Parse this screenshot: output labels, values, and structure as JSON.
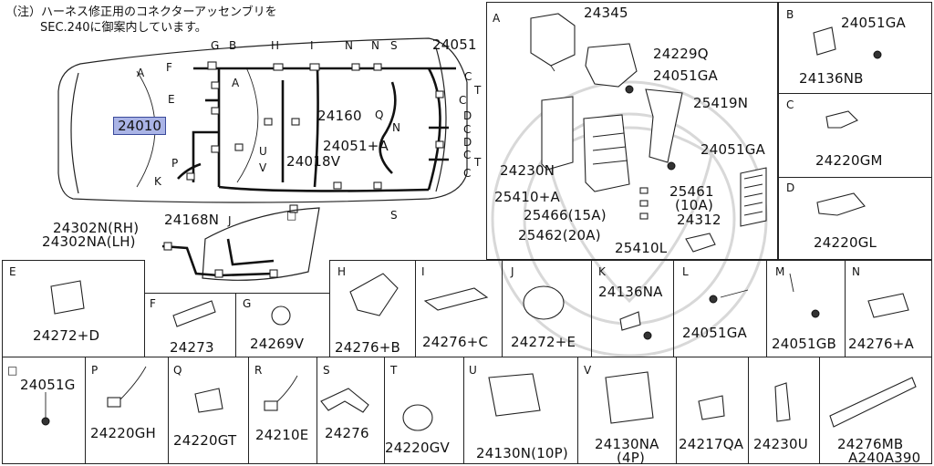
{
  "note": {
    "line1": "（注）ハーネス修正用のコネクターアッセンブリを",
    "line2": "SEC.240に御案内しています。"
  },
  "main": {
    "highlight_part": "24010",
    "letters": {
      "A": "A",
      "B": "B",
      "C": "C",
      "D": "D",
      "E": "E",
      "F": "F",
      "G": "G",
      "H": "H",
      "I": "I",
      "J": "J",
      "K": "K",
      "N": "N",
      "P": "P",
      "Q": "Q",
      "S": "S",
      "T": "T",
      "U": "U",
      "V": "V",
      "O": "□"
    },
    "parts": {
      "p24051": "24051",
      "p24160": "24160",
      "p24051A": "24051+A",
      "p24018V": "24018V",
      "p24168N": "24168N",
      "p24302N": "24302N(RH)",
      "p24302NA": "24302NA(LH)"
    }
  },
  "cellA": {
    "letter": "A",
    "parts": [
      "24345",
      "24229Q",
      "24051GA",
      "25419N",
      "24051GA",
      "24230N",
      "25410+A",
      "25461",
      "(10A)",
      "25466(15A)",
      "24312",
      "25462(20A)",
      "25410L"
    ]
  },
  "cells": [
    {
      "id": "B",
      "letter": "B",
      "parts": [
        "24051GA",
        "24136NB"
      ]
    },
    {
      "id": "C",
      "letter": "C",
      "parts": [
        "24220GM"
      ]
    },
    {
      "id": "D",
      "letter": "D",
      "parts": [
        "24220GL"
      ]
    },
    {
      "id": "E",
      "letter": "E",
      "parts": [
        "24272+D"
      ]
    },
    {
      "id": "F",
      "letter": "F",
      "parts": [
        "24273"
      ]
    },
    {
      "id": "G",
      "letter": "G",
      "parts": [
        "24269V"
      ]
    },
    {
      "id": "H",
      "letter": "H",
      "parts": [
        "24276+B"
      ]
    },
    {
      "id": "I",
      "letter": "I",
      "parts": [
        "24276+C"
      ]
    },
    {
      "id": "J",
      "letter": "J",
      "parts": [
        "24272+E"
      ]
    },
    {
      "id": "K",
      "letter": "K",
      "parts": [
        "24136NA"
      ]
    },
    {
      "id": "L",
      "letter": "L",
      "parts": [
        "24051GA"
      ]
    },
    {
      "id": "M",
      "letter": "M",
      "parts": [
        "24051GB"
      ]
    },
    {
      "id": "N",
      "letter": "N",
      "parts": [
        "24276+A"
      ]
    },
    {
      "id": "O",
      "letter": "□",
      "parts": [
        "24051G"
      ]
    },
    {
      "id": "P",
      "letter": "P",
      "parts": [
        "24220GH"
      ]
    },
    {
      "id": "Q",
      "letter": "Q",
      "parts": [
        "24220GT"
      ]
    },
    {
      "id": "R",
      "letter": "R",
      "parts": [
        "24210E"
      ]
    },
    {
      "id": "S",
      "letter": "S",
      "parts": [
        "24276"
      ]
    },
    {
      "id": "T",
      "letter": "T",
      "parts": [
        "24220GV"
      ]
    },
    {
      "id": "U",
      "letter": "U",
      "parts": [
        "24130N(10P)"
      ]
    },
    {
      "id": "V",
      "letter": "V",
      "parts": [
        "24130NA",
        "(4P)"
      ]
    },
    {
      "id": "X1",
      "letter": "",
      "parts": [
        "24217QA"
      ]
    },
    {
      "id": "X2",
      "letter": "",
      "parts": [
        "24230U"
      ]
    },
    {
      "id": "X3",
      "letter": "",
      "parts": [
        "24276MB",
        "A240A390"
      ]
    }
  ]
}
